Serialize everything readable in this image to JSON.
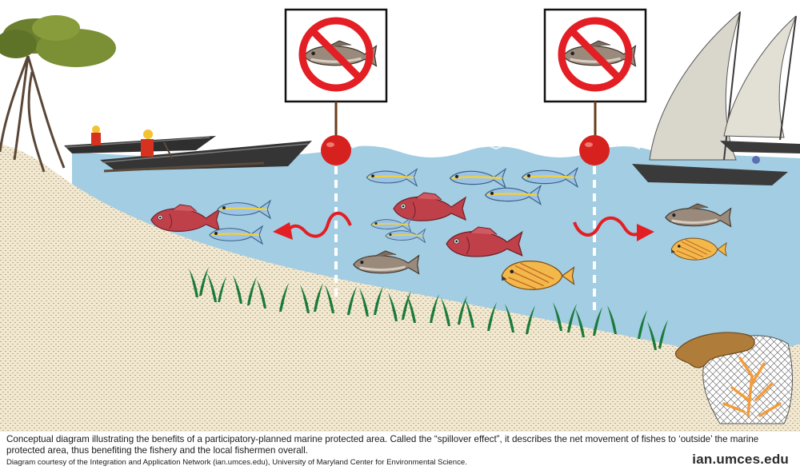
{
  "caption": "Conceptual diagram illustrating the benefits of a participatory-planned marine protected area. Called the “spillover effect”, it describes the net movement of fishes to ‘outside’ the marine protected area, thus benefiting the fishery and the local fishermen overall.",
  "credit": "Diagram courtesy of the Integration and Application Network (ian.umces.edu), University of Maryland Center for Environmental Science.",
  "logo": "ian.umces.edu",
  "colors": {
    "water": "#a3cde2",
    "sand": "#f2e8cf",
    "sign_red": "#e31e24",
    "buoy_red": "#d6211f",
    "seagrass": "#1b7a3a",
    "arrow_red": "#e31e24"
  },
  "icons": [
    "no-fishing-sign-icon",
    "buoy-icon",
    "spillover-arrow-icon",
    "mangrove-tree-icon",
    "canoe-icon",
    "sailboat-icon",
    "coral-icon",
    "fish-icon"
  ]
}
